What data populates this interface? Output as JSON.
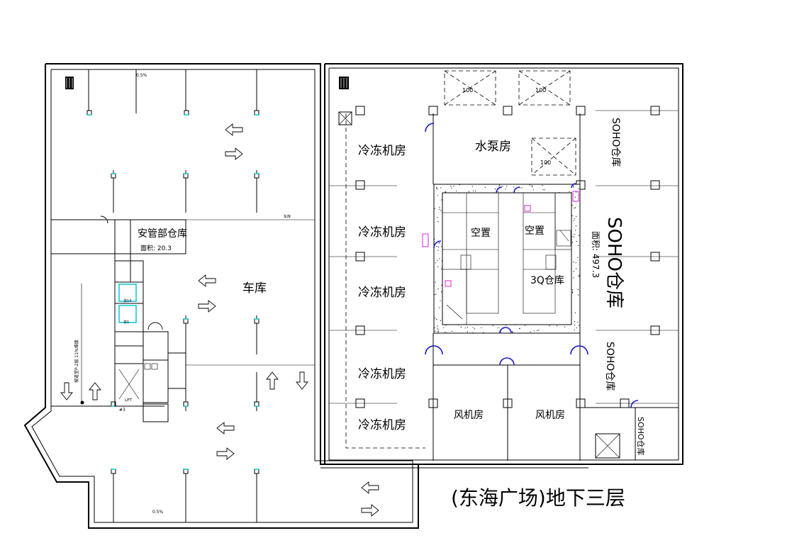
{
  "title": "(东海广场)地下三层",
  "left_zone": {
    "garage_main": "车库",
    "garage_right": "车库",
    "storage_name": "安管部仓库",
    "storage_area": "面积: 20.3",
    "slope_note": "0.5%",
    "slope_note_bottom": "0.5%",
    "ramp_note": "坡道至P-2层 11%坡度",
    "lift_a": "货14",
    "lift_b": "货1",
    "lift_c": "LIFT",
    "stair": "#3"
  },
  "right_zone": {
    "chiller_rooms": [
      "冷冻机房",
      "冷冻机房",
      "冷冻机房",
      "冷冻机房",
      "冷冻机房"
    ],
    "pump_room": "水泵房",
    "vacant_a": "空置",
    "vacant_b": "空置",
    "storage_3q": "3Q仓库",
    "soho_storage_big": "SOHO仓库",
    "soho_area": "面积: 497.3",
    "soho_storage_top": "SOHO仓库",
    "soho_storage_mid": "SOHO仓库",
    "soho_storage_bottom": "SOHO仓库",
    "fan_room_a": "风机房",
    "fan_room_b": "风机房",
    "pit_top_a": "100",
    "pit_top_b": "100",
    "pit_mid": "100"
  }
}
